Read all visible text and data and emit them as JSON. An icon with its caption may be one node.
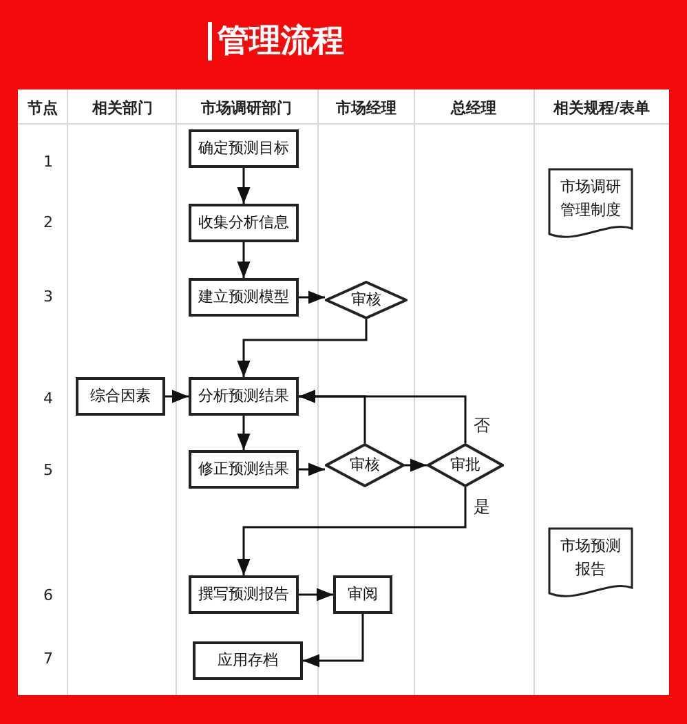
{
  "diagram": {
    "title": "管理流程",
    "nodes": [
      {
        "text": [
          "确定预测目标"
        ]
      },
      {
        "text": [
          "收集分析信息"
        ]
      },
      {
        "text": [
          "建立预测模型"
        ]
      },
      {
        "text": [
          "审核"
        ]
      },
      {
        "text": [
          "综合因素"
        ]
      },
      {
        "text": [
          "分析预测结果"
        ]
      },
      {
        "text": [
          "修正预测结果"
        ]
      },
      {
        "text": [
          "审核"
        ]
      },
      {
        "text": [
          "审批"
        ]
      },
      {
        "text": [
          "撰写预测报告"
        ]
      },
      {
        "text": [
          "审阅"
        ]
      },
      {
        "text": [
          "应用存档"
        ]
      },
      {
        "text": [
          "市场调研管理制度"
        ]
      },
      {
        "text": [
          "市场预测报告"
        ]
      }
    ],
    "edges": [
      {
        "from": 0,
        "to": 1,
        "arrow": "to"
      },
      {
        "from": 1,
        "to": 2,
        "arrow": "to"
      },
      {
        "from": 2,
        "to": 3,
        "arrow": "to"
      },
      {
        "from": 3,
        "to": 5,
        "arrow": "to"
      },
      {
        "from": 4,
        "to": 5,
        "arrow": "to"
      },
      {
        "from": 5,
        "to": 6,
        "arrow": "to"
      },
      {
        "from": 6,
        "to": 7,
        "arrow": "to"
      },
      {
        "from": 7,
        "to": 8,
        "arrow": "to"
      },
      {
        "from": 7,
        "to": 5,
        "arrow": "to"
      },
      {
        "from": 8,
        "to": 5,
        "arrow": "to",
        "label": "否"
      },
      {
        "from": 8,
        "to": 9,
        "arrow": "to",
        "label": "是"
      },
      {
        "from": 9,
        "to": 10,
        "arrow": "to"
      },
      {
        "from": 10,
        "to": 11,
        "arrow": "to"
      }
    ],
    "labels": [
      "节点",
      "相关部门",
      "市场调研部门",
      "市场经理",
      "总经理",
      "相关规程/表单",
      "1",
      "2",
      "3",
      "4",
      "5",
      "6",
      "7"
    ]
  }
}
